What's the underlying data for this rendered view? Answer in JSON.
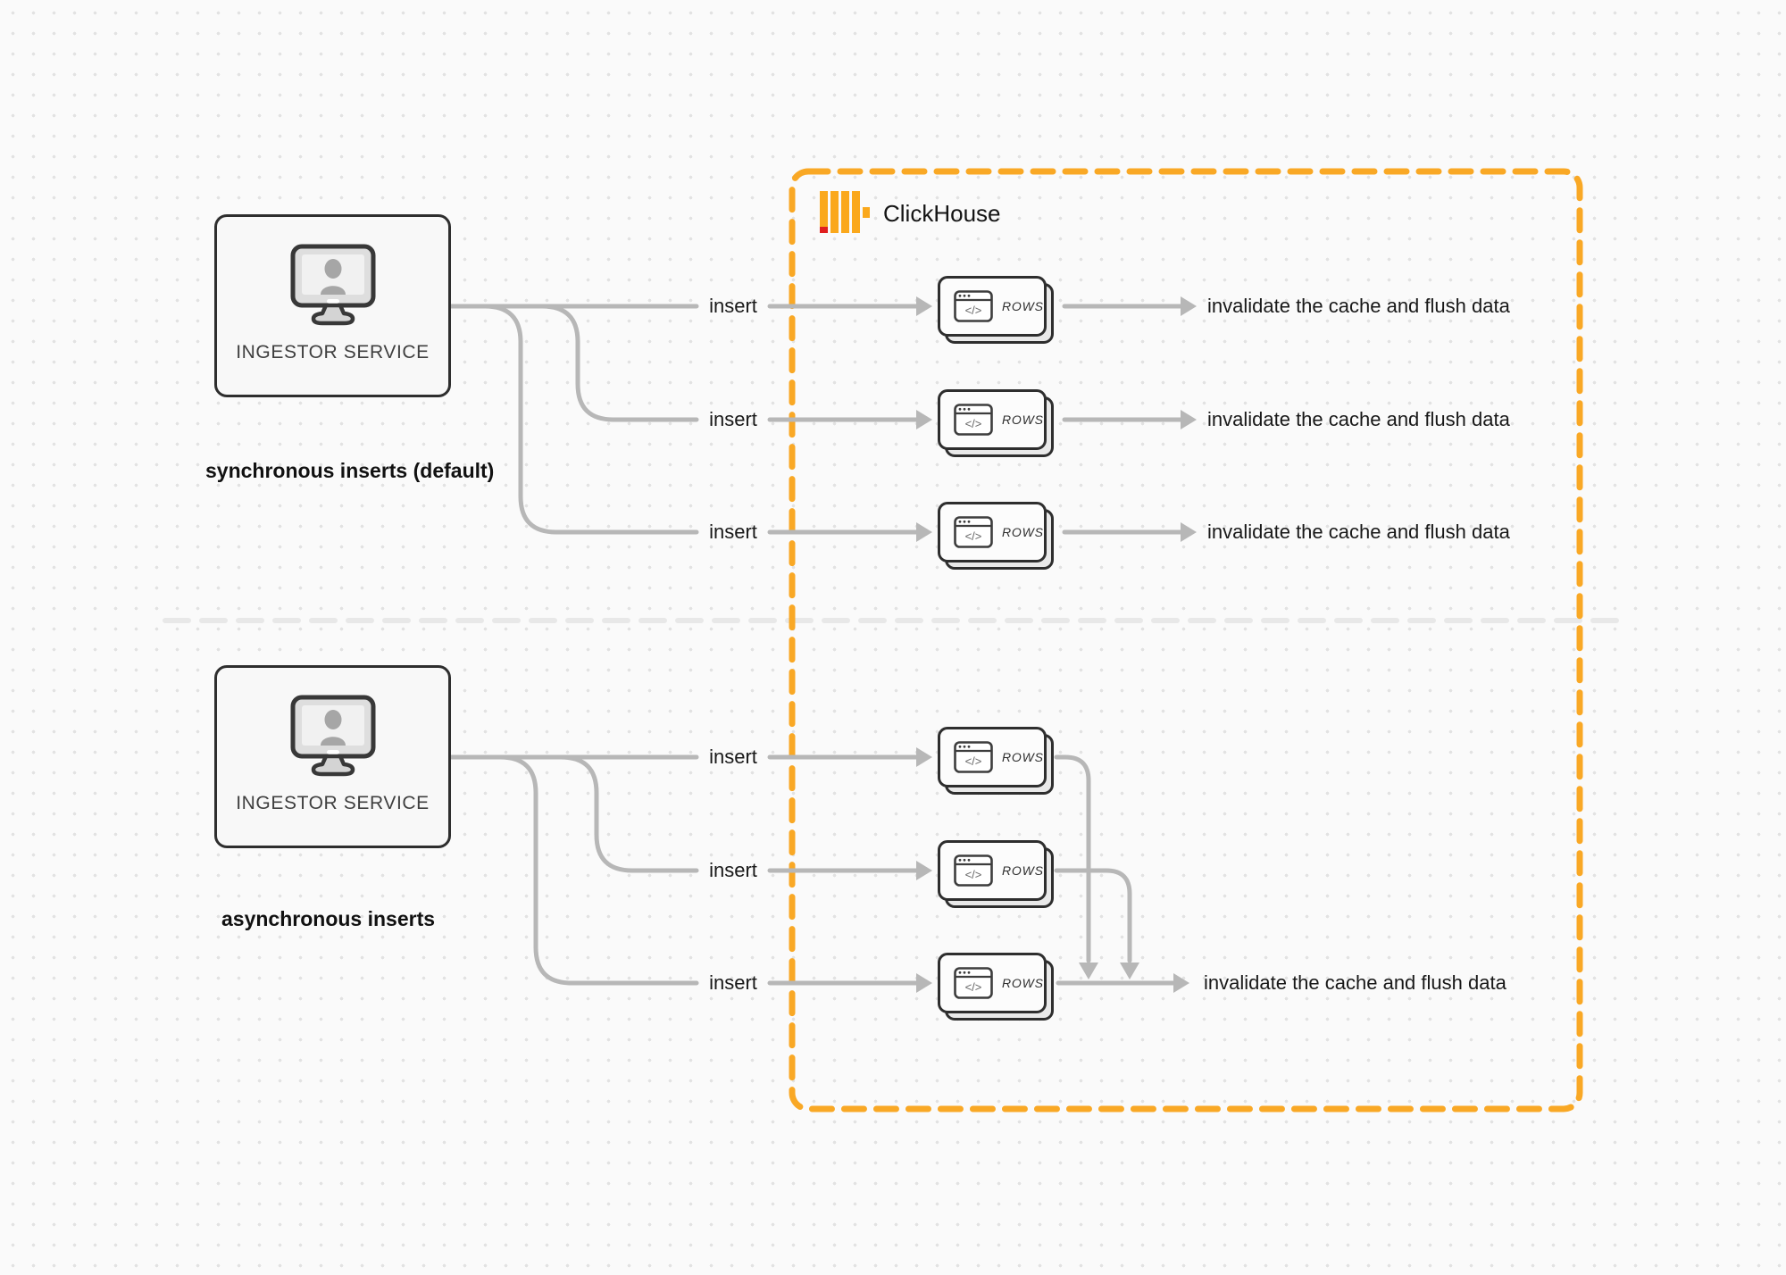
{
  "colors": {
    "accent_orange": "#F9A825",
    "clickhouse_yellow": "#FAA81C",
    "clickhouse_red": "#E01E1E",
    "connector_gray": "#B7B7B7"
  },
  "icons": {
    "code_glyph": "</>"
  },
  "clickhouse": {
    "label": "ClickHouse"
  },
  "sync": {
    "service_label": "INGESTOR SERVICE",
    "caption": "synchronous inserts (default)",
    "rows": [
      {
        "insert_label": "insert",
        "card_label": "ROWS",
        "result_label": "invalidate the cache and flush data"
      },
      {
        "insert_label": "insert",
        "card_label": "ROWS",
        "result_label": "invalidate the cache and flush data"
      },
      {
        "insert_label": "insert",
        "card_label": "ROWS",
        "result_label": "invalidate the cache and flush data"
      }
    ]
  },
  "async": {
    "service_label": "INGESTOR SERVICE",
    "caption": "asynchronous inserts",
    "rows": [
      {
        "insert_label": "insert",
        "card_label": "ROWS"
      },
      {
        "insert_label": "insert",
        "card_label": "ROWS"
      },
      {
        "insert_label": "insert",
        "card_label": "ROWS",
        "result_label": "invalidate the cache and flush data"
      }
    ]
  }
}
